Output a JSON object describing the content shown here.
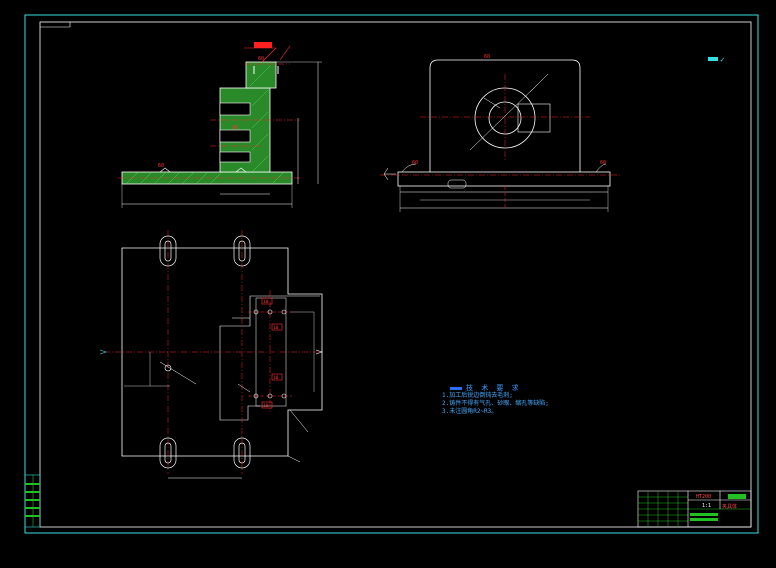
{
  "drawing": {
    "colors": {
      "background": "#000000",
      "frame": "#37e0e0",
      "outline": "#ffffff",
      "centerline": "#ff2020",
      "hatch": "#22c022",
      "dimension": "#ffffff",
      "label": "#ff3030"
    },
    "views": {
      "front": {
        "dims": [
          "60",
          "60",
          "60"
        ]
      },
      "side": {
        "dims": [
          "60",
          "60",
          "60"
        ]
      },
      "plan": {
        "dims": [
          "10",
          "10",
          "10",
          "10"
        ]
      }
    },
    "technical_requirements": {
      "title": "技 术 要 求",
      "lines": [
        "1.加工后锐边倒钝去毛刺;",
        "2.铸件不得有气孔、砂眼、缩孔等缺陷;",
        "3.未注圆角R2~R3。"
      ]
    },
    "title_block": {
      "part_name": "夹具体",
      "material": "HT200",
      "scale": "1:1"
    },
    "roughness_symbol": "✓"
  }
}
